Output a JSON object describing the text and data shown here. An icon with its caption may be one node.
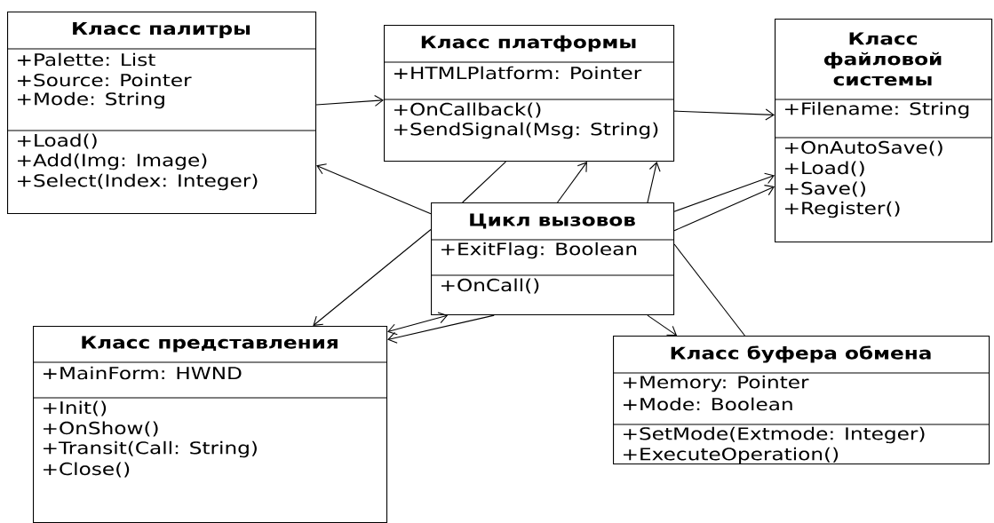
{
  "diagram": {
    "nodes": [
      {
        "text": [
          "Класс палитры",
          "+Palette: List",
          "+Source: Pointer",
          "+Mode: String",
          "+Load()",
          "+Add(Img: Image)",
          "+Select(Index: Integer)"
        ]
      },
      {
        "text": [
          "Класс платформы",
          "+HTMLPlatform: Pointer",
          "+OnCallback()",
          "+SendSignal(Msg: String)"
        ]
      },
      {
        "text": [
          "Класс файловой системы",
          "+Filename: String",
          "+OnAutoSave()",
          "+Load()",
          "+Save()",
          "+Register()"
        ]
      },
      {
        "text": [
          "Цикл вызовов",
          "+ExitFlag: Boolean",
          "+OnCall()"
        ]
      },
      {
        "text": [
          "Класс представления",
          "+MainForm: HWND",
          "+Init()",
          "+OnShow()",
          "+Transit(Call: String)",
          "+Close()"
        ]
      },
      {
        "text": [
          "Класс буфера обмена",
          "+Memory: Pointer",
          "+Mode: Boolean",
          "+SetMode(Extmode: Integer)",
          "+ExecuteOperation()"
        ]
      }
    ],
    "edges": [
      {
        "from": 0,
        "to": 1,
        "arrow": "to"
      },
      {
        "from": 1,
        "to": 2,
        "arrow": "to"
      },
      {
        "from": 3,
        "to": 0,
        "arrow": "to"
      },
      {
        "from": 3,
        "to": 1,
        "arrow": "none"
      },
      {
        "from": 3,
        "to": 1,
        "arrow": "to"
      },
      {
        "from": 3,
        "to": 1,
        "arrow": "to"
      },
      {
        "from": 3,
        "to": 2,
        "arrow": "to"
      },
      {
        "from": 3,
        "to": 2,
        "arrow": "to"
      },
      {
        "from": 3,
        "to": 4,
        "arrow": "to"
      },
      {
        "from": 3,
        "to": 4,
        "arrow": "both"
      },
      {
        "from": 3,
        "to": 4,
        "arrow": "to"
      },
      {
        "from": 3,
        "to": 5,
        "arrow": "to"
      },
      {
        "from": 3,
        "to": 5,
        "arrow": "none"
      }
    ]
  }
}
